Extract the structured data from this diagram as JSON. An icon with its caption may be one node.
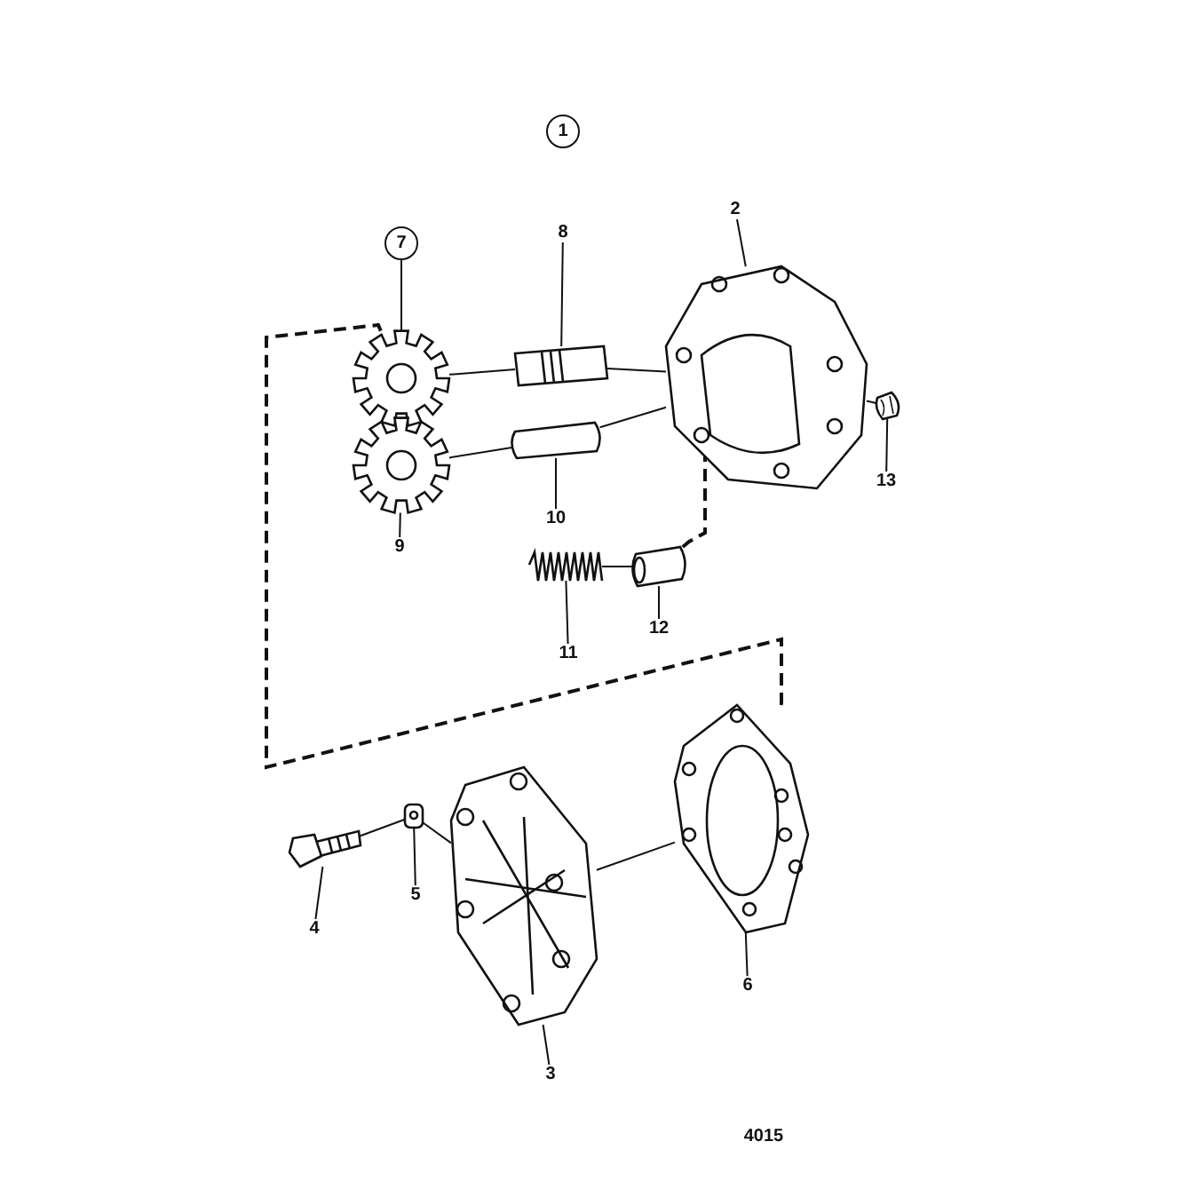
{
  "diagram": {
    "nodes": [
      {
        "text": [
          "2"
        ]
      },
      {
        "text": [],
        "shape": "picture"
      },
      {
        "text": [
          "7"
        ]
      },
      {
        "text": [],
        "shape": "picture"
      },
      {
        "text": [
          "8"
        ]
      },
      {
        "text": [],
        "shape": "picture"
      },
      {
        "text": [
          "9"
        ]
      },
      {
        "text": [],
        "shape": "picture"
      },
      {
        "text": [
          "10"
        ]
      },
      {
        "text": [],
        "shape": "picture"
      },
      {
        "text": [
          "11"
        ]
      },
      {
        "text": [],
        "shape": "picture"
      },
      {
        "text": [
          "12"
        ]
      },
      {
        "text": [],
        "shape": "picture"
      },
      {
        "text": [
          "13"
        ]
      },
      {
        "text": [],
        "shape": "picture"
      },
      {
        "text": [
          "4"
        ]
      },
      {
        "text": [],
        "shape": "picture"
      },
      {
        "text": [
          "5"
        ]
      },
      {
        "text": [],
        "shape": "picture"
      },
      {
        "text": [
          "3"
        ]
      },
      {
        "text": [],
        "shape": "picture"
      },
      {
        "text": [
          "6"
        ]
      },
      {
        "text": [],
        "shape": "picture"
      },
      {
        "text": [
          "1"
        ]
      }
    ],
    "edges": [
      {
        "from": 0,
        "to": 1,
        "arrow": "none"
      },
      {
        "from": 2,
        "to": 3,
        "arrow": "none"
      },
      {
        "from": 4,
        "to": 5,
        "arrow": "none"
      },
      {
        "from": 6,
        "to": 7,
        "arrow": "none"
      },
      {
        "from": 8,
        "to": 9,
        "arrow": "none"
      },
      {
        "from": 10,
        "to": 11,
        "arrow": "none"
      },
      {
        "from": 12,
        "to": 13,
        "arrow": "none"
      },
      {
        "from": 14,
        "to": 15,
        "arrow": "none"
      },
      {
        "from": 16,
        "to": 17,
        "arrow": "none"
      },
      {
        "from": 18,
        "to": 19,
        "arrow": "none"
      },
      {
        "from": 20,
        "to": 21,
        "arrow": "none"
      },
      {
        "from": 22,
        "to": 23,
        "arrow": "none"
      },
      {
        "from": 3,
        "to": 5,
        "arrow": "none"
      },
      {
        "from": 5,
        "to": 1,
        "arrow": "none"
      },
      {
        "from": 1,
        "to": 15,
        "arrow": "none"
      },
      {
        "from": 7,
        "to": 9,
        "arrow": "none"
      },
      {
        "from": 9,
        "to": 1,
        "arrow": "none"
      },
      {
        "from": 11,
        "to": 13,
        "arrow": "none"
      },
      {
        "from": 13,
        "to": 1,
        "arrow": "none",
        "style": "dashed"
      },
      {
        "from": 17,
        "to": 19,
        "arrow": "none"
      },
      {
        "from": 19,
        "to": 21,
        "arrow": "none"
      },
      {
        "from": 21,
        "to": 23,
        "arrow": "none"
      },
      {
        "from": 23,
        "to": 3,
        "arrow": "none",
        "style": "dashed"
      }
    ],
    "labels": [
      "4015"
    ]
  }
}
